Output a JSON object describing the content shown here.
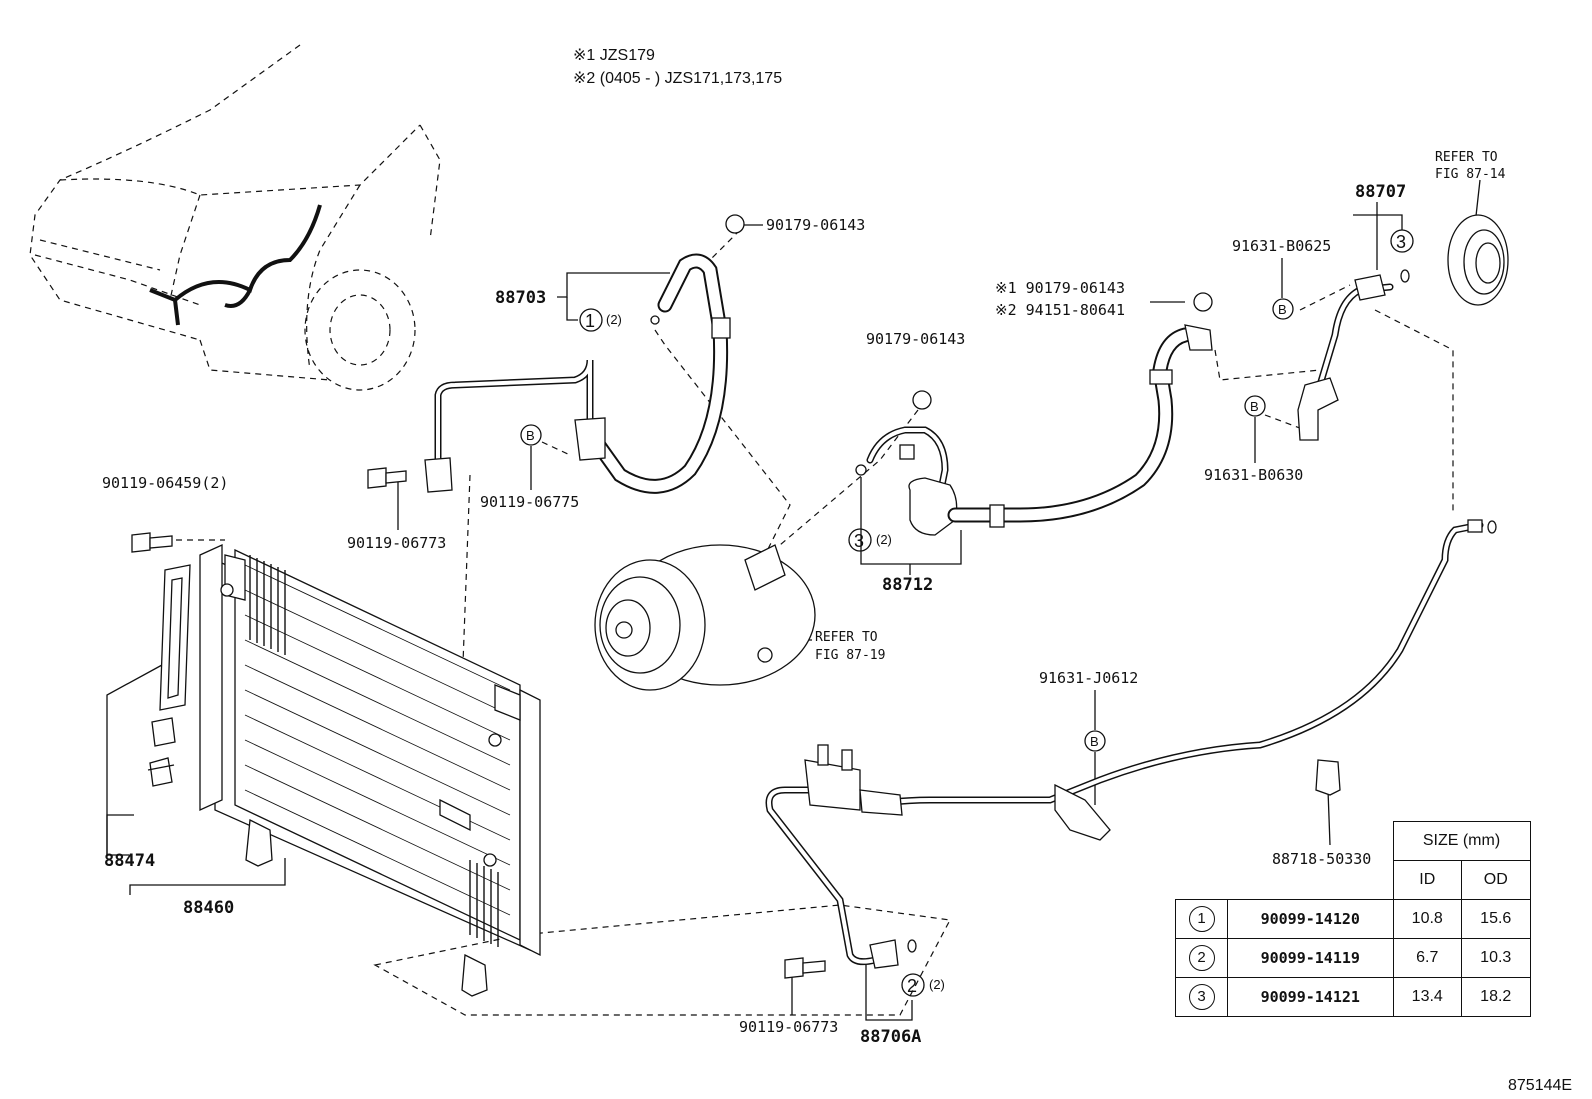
{
  "notes": [
    "※1 JZS179",
    "※2 (0405 - ) JZS171,173,175"
  ],
  "figure_id": "875144E",
  "labels": {
    "p90179_top": "90179-06143",
    "p88703": "88703",
    "p90179_mid": "90179-06143",
    "p90179_x1": "※1 90179-06143",
    "p94151_x2": "※2 94151-80641",
    "p91631_b0625": "91631-B0625",
    "p88707": "88707",
    "p91631_b0630": "91631-B0630",
    "p90119_06459": "90119-06459(2)",
    "p90119_06773_a": "90119-06773",
    "p90119_06775": "90119-06775",
    "p88712": "88712",
    "p91631_j0612": "91631-J0612",
    "p88474": "88474",
    "p88460": "88460",
    "p88718": "88718-50330",
    "p90119_06773_b": "90119-06773",
    "p88706a": "88706A"
  },
  "refer": {
    "a_line1": "REFER TO",
    "a_line2": "FIG 87-19",
    "b_line1": "REFER TO",
    "b_line2": "FIG 87-14"
  },
  "callouts": {
    "c1": "1",
    "c1_qty": "(2)",
    "c2": "2",
    "c2_qty": "(2)",
    "c3_a": "3",
    "c3_b": "3",
    "c3_qty": "(2)",
    "b_marker": "B"
  },
  "size_table": {
    "header": "SIZE (mm)",
    "col_id": "ID",
    "col_od": "OD",
    "rows": [
      {
        "ref": "1",
        "part": "90099-14120",
        "id": "10.8",
        "od": "15.6"
      },
      {
        "ref": "2",
        "part": "90099-14119",
        "id": "6.7",
        "od": "10.3"
      },
      {
        "ref": "3",
        "part": "90099-14121",
        "id": "13.4",
        "od": "18.2"
      }
    ]
  }
}
